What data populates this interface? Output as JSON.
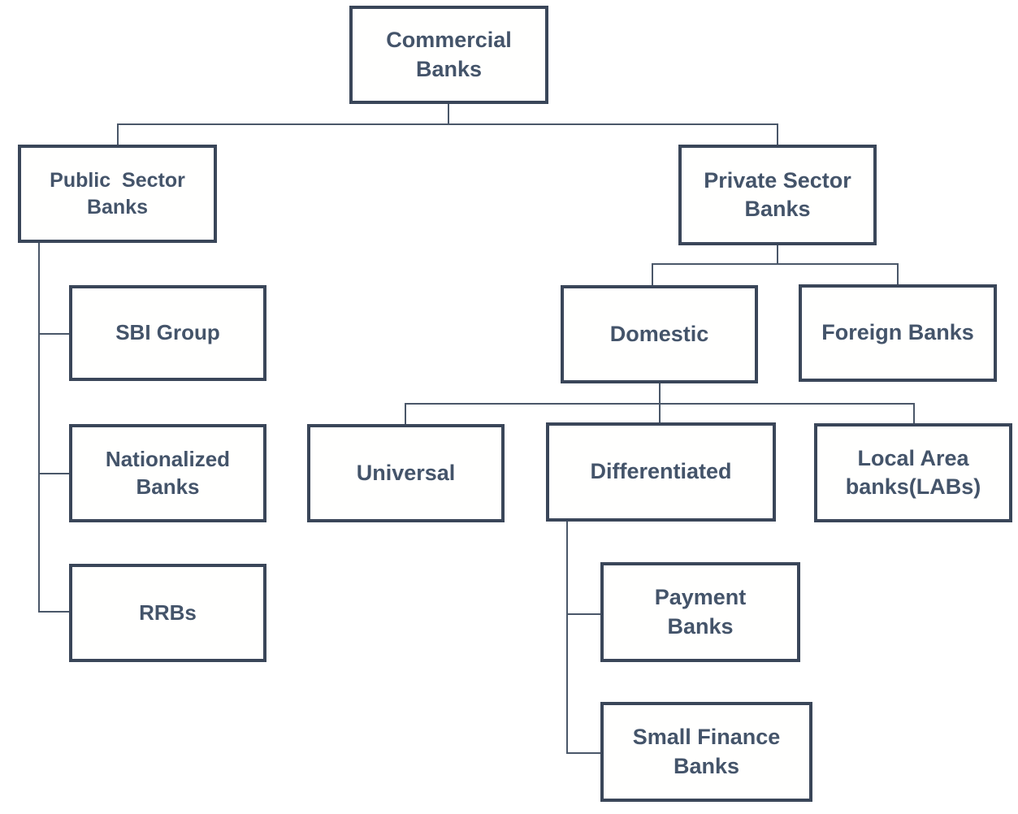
{
  "diagram": {
    "background": "#ffffff",
    "colors": {
      "box_border": "#3a4659",
      "text": "#44546a",
      "connector": "#4a5769"
    },
    "nodes": {
      "commercial": {
        "label": "Commercial\nBanks"
      },
      "public_sector": {
        "label": "Public  Sector\nBanks"
      },
      "private_sector": {
        "label": "Private Sector\nBanks"
      },
      "sbi_group": {
        "label": "SBI Group"
      },
      "nationalized": {
        "label": "Nationalized\nBanks"
      },
      "rrbs": {
        "label": "RRBs"
      },
      "domestic": {
        "label": "Domestic"
      },
      "foreign": {
        "label": "Foreign Banks"
      },
      "universal": {
        "label": "Universal"
      },
      "differentiated": {
        "label": "Differentiated"
      },
      "local_area": {
        "label": "Local Area\nbanks(LABs)"
      },
      "payment": {
        "label": "Payment\nBanks"
      },
      "small_finance": {
        "label": "Small Finance\nBanks"
      }
    },
    "edges": [
      {
        "from": "Commercial Banks",
        "to": "Public Sector Banks"
      },
      {
        "from": "Commercial Banks",
        "to": "Private Sector Banks"
      },
      {
        "from": "Public Sector Banks",
        "to": "SBI Group"
      },
      {
        "from": "Public Sector Banks",
        "to": "Nationalized Banks"
      },
      {
        "from": "Public Sector Banks",
        "to": "RRBs"
      },
      {
        "from": "Private Sector Banks",
        "to": "Domestic"
      },
      {
        "from": "Private Sector Banks",
        "to": "Foreign Banks"
      },
      {
        "from": "Domestic",
        "to": "Universal"
      },
      {
        "from": "Domestic",
        "to": "Differentiated"
      },
      {
        "from": "Domestic",
        "to": "Local Area banks(LABs)"
      },
      {
        "from": "Differentiated",
        "to": "Payment Banks"
      },
      {
        "from": "Differentiated",
        "to": "Small Finance Banks"
      }
    ]
  }
}
